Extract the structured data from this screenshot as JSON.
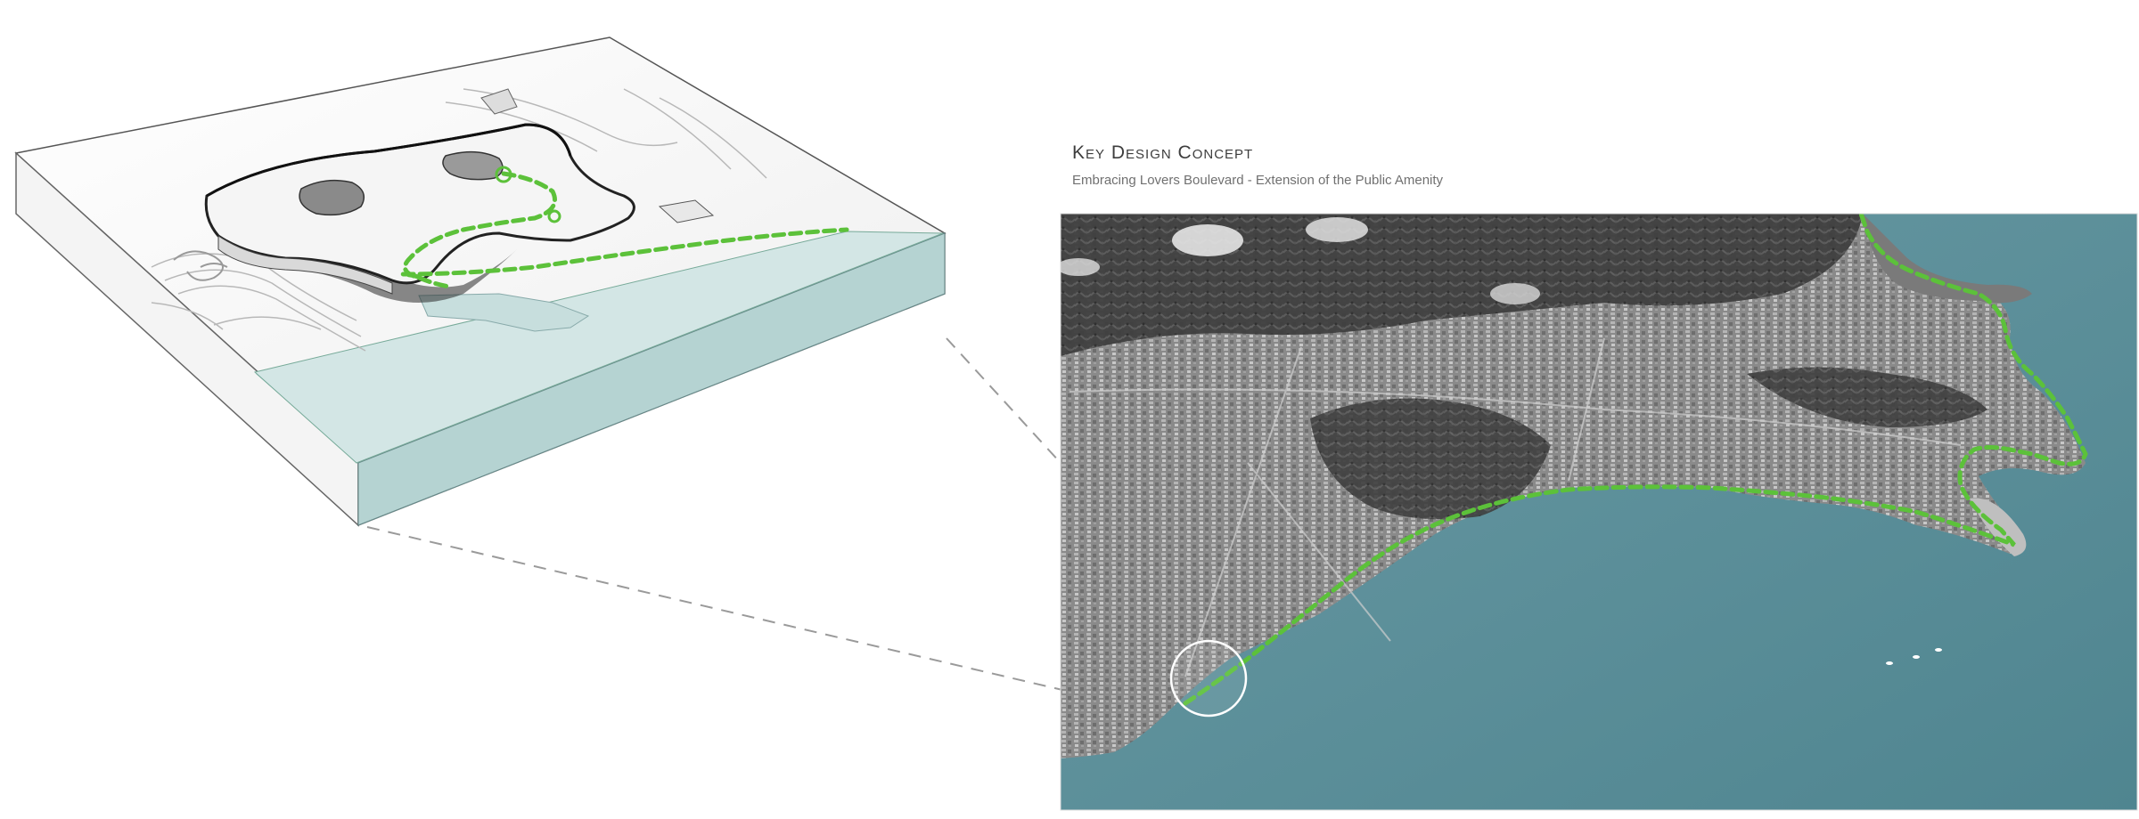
{
  "caption": {
    "title": "Key Design Concept",
    "subtitle": "Embracing Lovers Boulevard - Extension of the Public Amenity"
  },
  "colors": {
    "route_green": "#5cc13a",
    "sea_teal": "#5c8f9a",
    "model_water": "#c9e0df",
    "model_white": "#fbfbfb",
    "leader_dash": "#9a9a9a"
  },
  "icons": {
    "site_marker": "circle-marker-icon",
    "route": "dashed-route-line",
    "start_point": "route-node-icon"
  }
}
